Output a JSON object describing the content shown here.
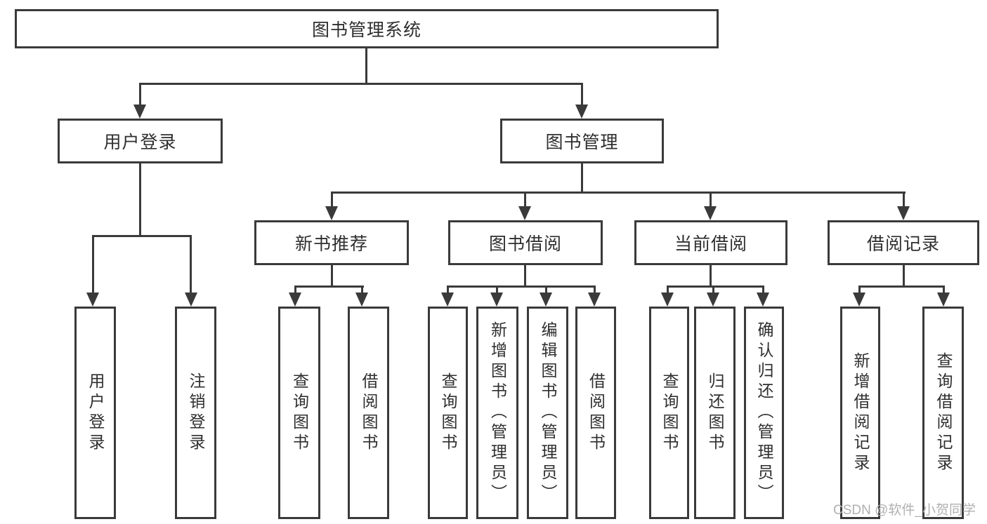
{
  "diagram": {
    "root": {
      "label": "图书管理系统"
    },
    "level2": [
      {
        "label": "用户登录"
      },
      {
        "label": "图书管理"
      }
    ],
    "level3": [
      {
        "label": "新书推荐"
      },
      {
        "label": "图书借阅"
      },
      {
        "label": "当前借阅"
      },
      {
        "label": "借阅记录"
      }
    ],
    "leaf_groups": [
      [
        {
          "label": "用户登录"
        },
        {
          "label": "注销登录"
        }
      ],
      [
        {
          "label": "查询图书"
        },
        {
          "label": "借阅图书"
        }
      ],
      [
        {
          "label": "查询图书"
        },
        {
          "label": "新增图书（管理员）"
        },
        {
          "label": "编辑图书（管理员）"
        },
        {
          "label": "借阅图书"
        }
      ],
      [
        {
          "label": "查询图书"
        },
        {
          "label": "归还图书"
        },
        {
          "label": "确认归还（管理员）"
        }
      ],
      [
        {
          "label": "新增借阅记录"
        },
        {
          "label": "查询借阅记录"
        }
      ]
    ]
  },
  "watermark": {
    "text": "CSDN @软件_小贺同学"
  },
  "colors": {
    "line": "#3a3a3a",
    "text": "#2f2f2f",
    "watermark": "#b0b0b0",
    "background": "#ffffff"
  }
}
